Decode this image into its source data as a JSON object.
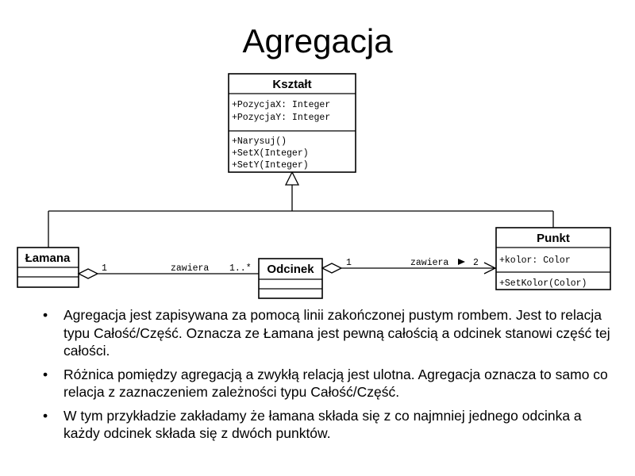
{
  "slide": {
    "title": "Agregacja"
  },
  "diagram": {
    "classes": {
      "ksztalt": {
        "name": "Kształt",
        "attributes": [
          "+PozycjaX: Integer",
          "+PozycjaY: Integer"
        ],
        "operations": [
          "+Narysuj()",
          "+SetX(Integer)",
          "+SetY(Integer)"
        ]
      },
      "lamana": {
        "name": "Łamana"
      },
      "odcinek": {
        "name": "Odcinek"
      },
      "punkt": {
        "name": "Punkt",
        "attributes": [
          "+kolor: Color"
        ],
        "operations": [
          "+SetKolor(Color)"
        ]
      }
    },
    "associations": {
      "lamana_odcinek": {
        "label": "zawiera",
        "mult_whole": "1",
        "mult_part": "1..*"
      },
      "odcinek_punkt": {
        "label": "zawiera",
        "mult_whole": "1",
        "mult_part": "2"
      }
    }
  },
  "bullets": [
    "Agregacja jest zapisywana za pomocą linii zakończonej pustym rombem. Jest to relacja typu Całość/Część. Oznacza ze Łamana jest pewną całością a odcinek stanowi część tej całości.",
    "Różnica pomiędzy agregacją a zwykłą relacją jest ulotna. Agregacja oznacza to samo co relacja z zaznaczeniem zależności typu Całość/Część.",
    "W tym przykładzie zakładamy że łamana składa się z co najmniej jednego odcinka a każdy odcinek składa się z dwóch punktów."
  ]
}
